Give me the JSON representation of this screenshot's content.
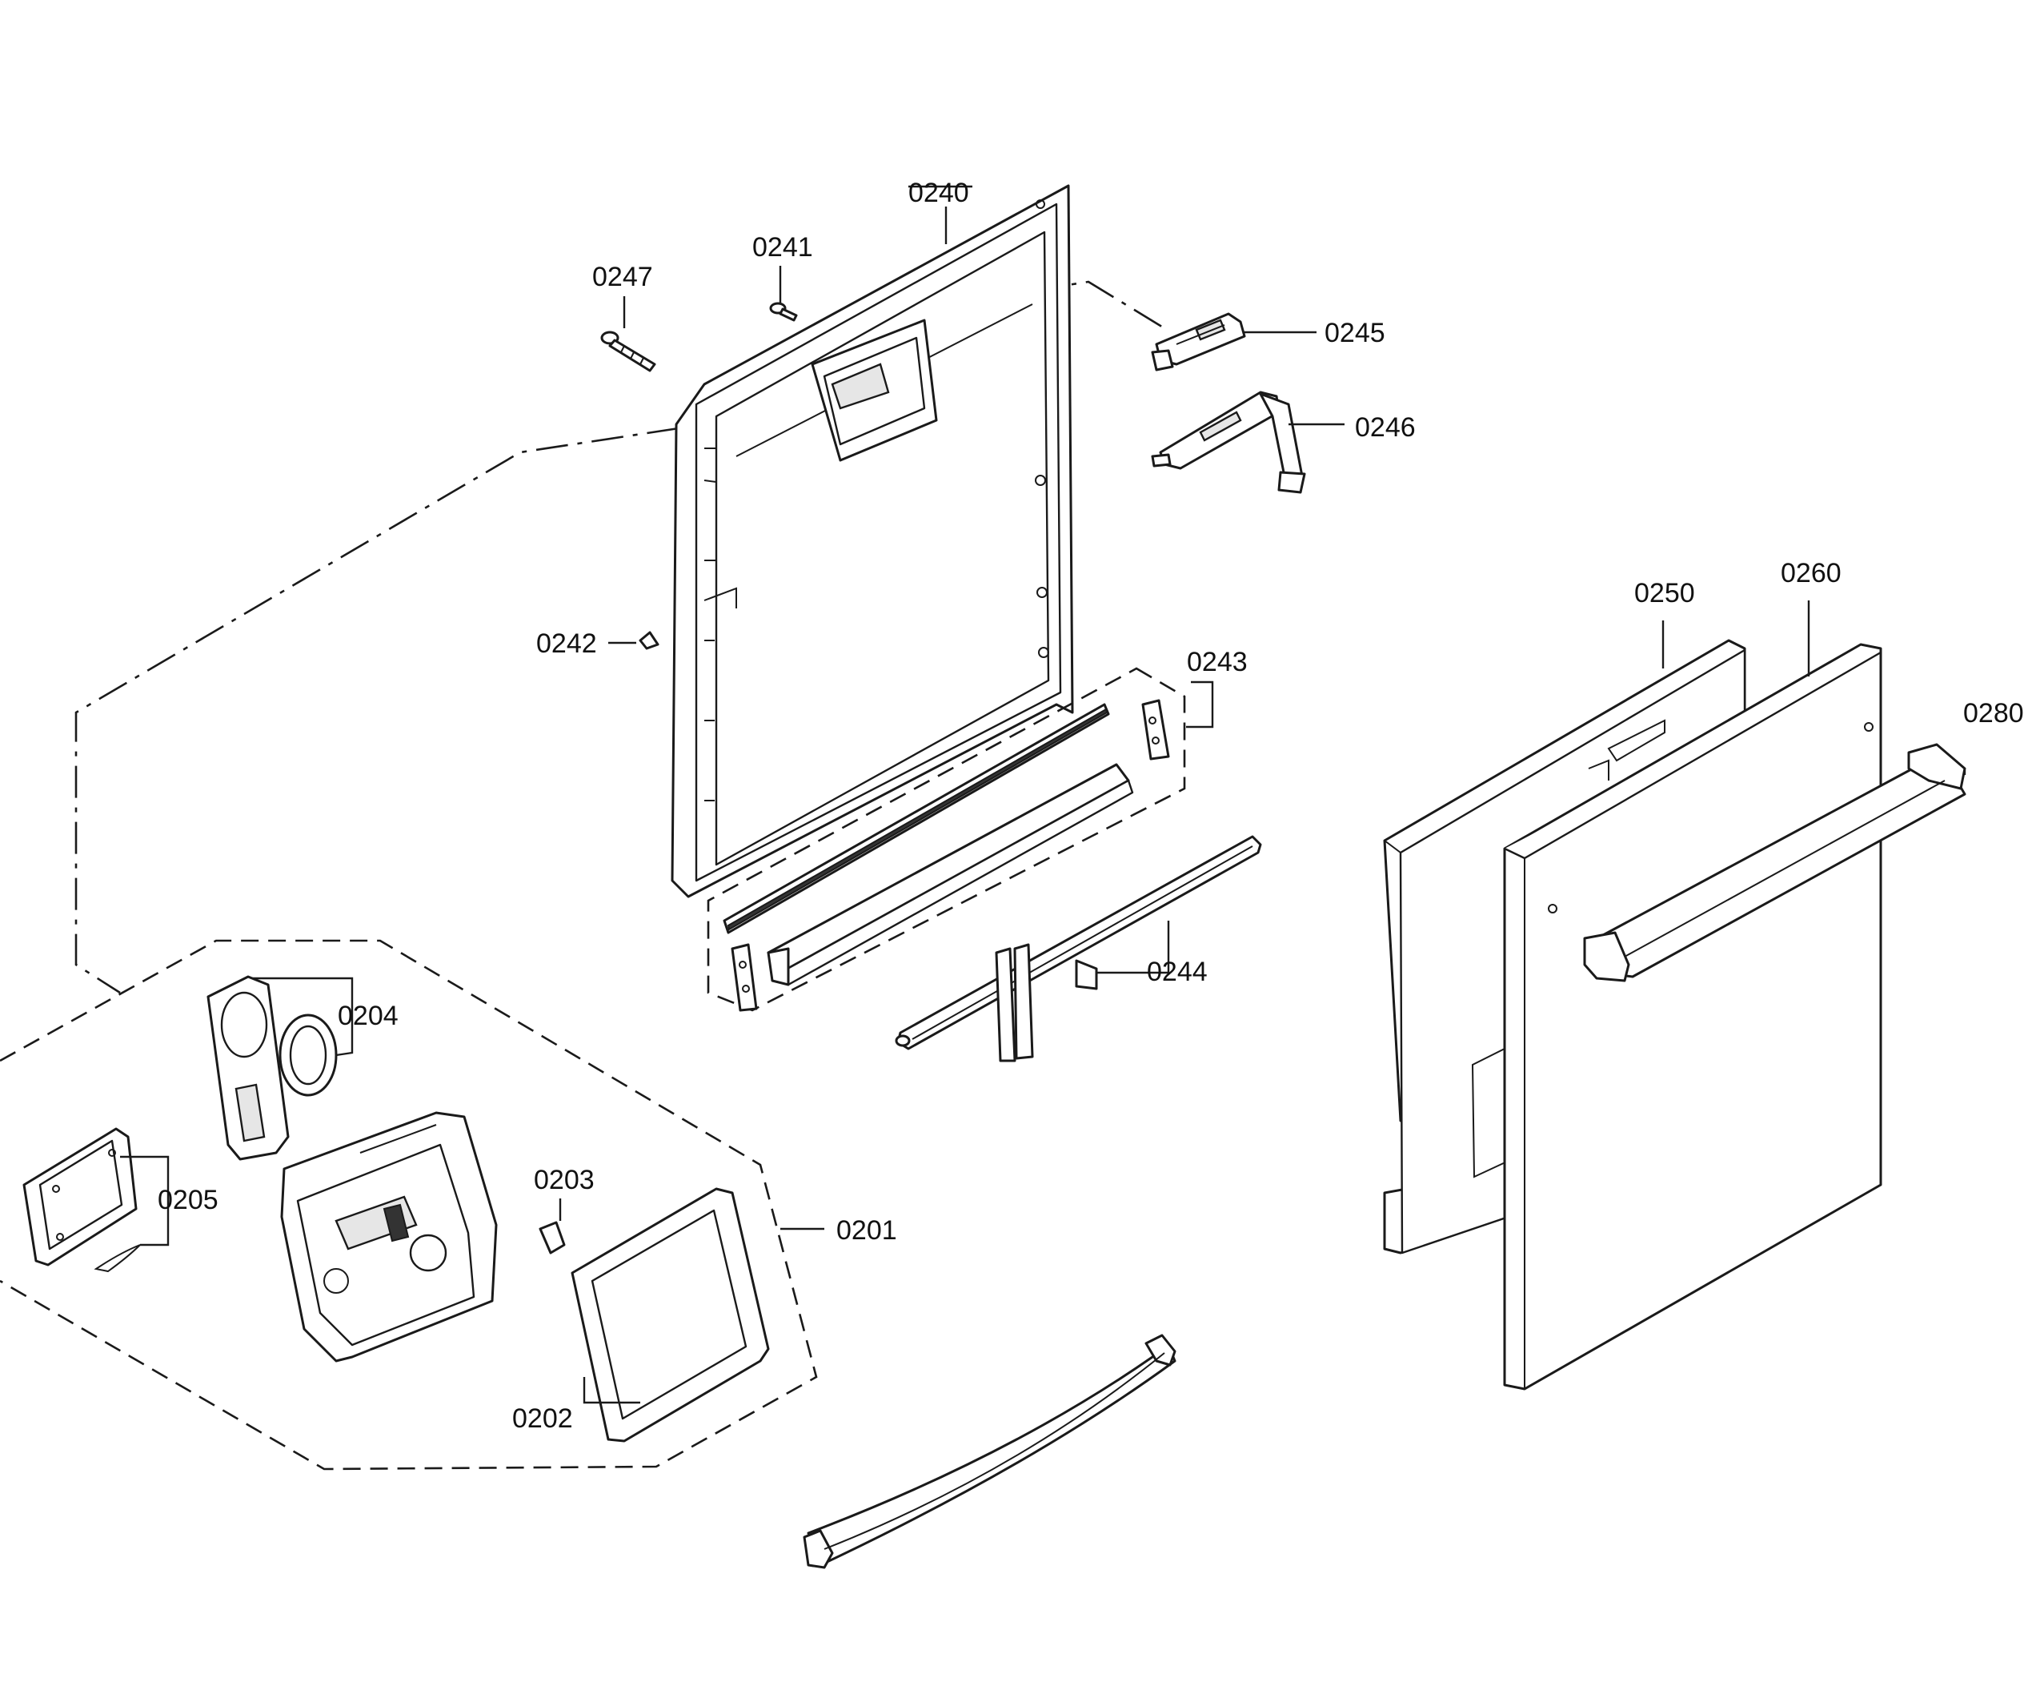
{
  "labels": {
    "p0240": "0240",
    "p0241": "0241",
    "p0242": "0242",
    "p0243": "0243",
    "p0244": "0244",
    "p0245": "0245",
    "p0246": "0246",
    "p0247": "0247",
    "p0250": "0250",
    "p0260": "0260",
    "p0280": "0280",
    "p0201": "0201",
    "p0202": "0202",
    "p0203": "0203",
    "p0204": "0204",
    "p0205": "0205"
  }
}
